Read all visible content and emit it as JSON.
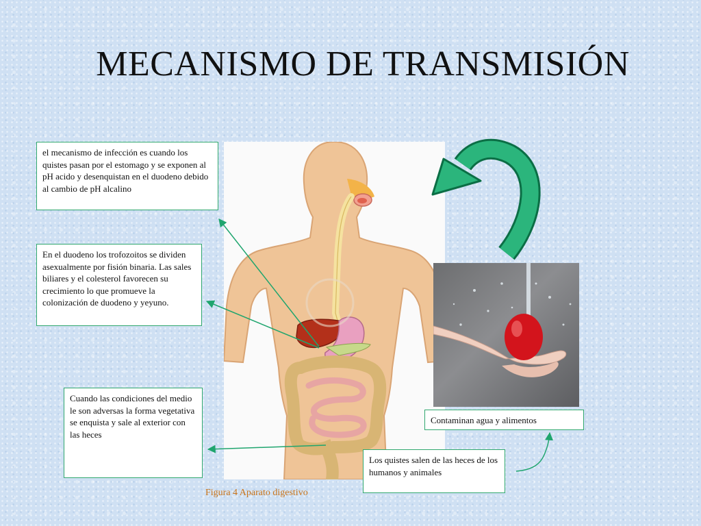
{
  "slide": {
    "title": "MECANISMO DE TRANSMISIÓN"
  },
  "boxes": {
    "infection": "el mecanismo de infección es cuando los quistes pasan por el estomago y se exponen al pH acido y desenquistan en el duodeno debido al cambio de pH alcalino",
    "duodenum": "En el duodeno los trofozoitos  se dividen asexualmente por fisión binaria. Las sales biliares y el colesterol favorecen su crecimiento lo que promueve la colonización de duodeno y yeyuno.",
    "cyst": "Cuando las condiciones del medio le son adversas la forma vegetativa se enquista y sale al exterior con las heces",
    "contaminate": "Contaminan agua y alimentos",
    "feces": "Los quistes salen de las heces de los humanos y animales"
  },
  "figure": {
    "caption": "Figura 4 Aparato digestivo"
  },
  "colors": {
    "accent": "#1fa56e",
    "box_border": "#31a86e",
    "caption": "#c9741a",
    "background": "#cfe0f3"
  }
}
